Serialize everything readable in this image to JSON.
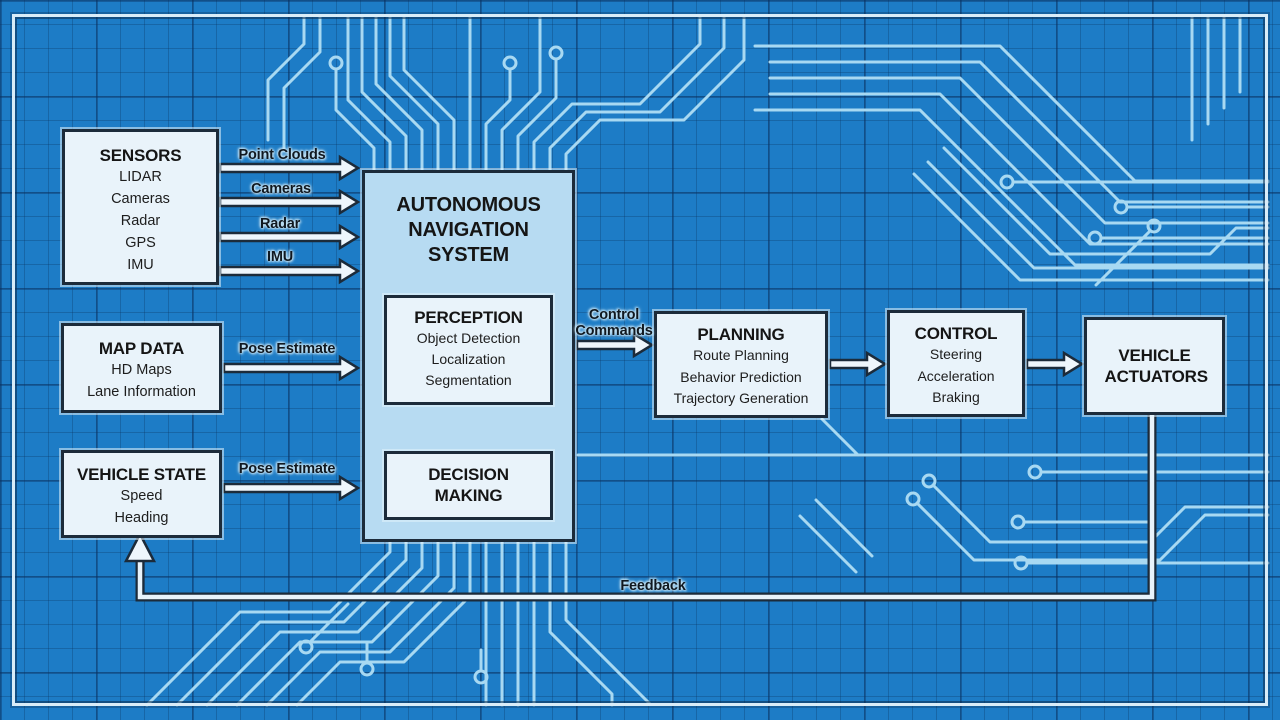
{
  "colors": {
    "background": "#1d7cc6",
    "trace": "#a8d9f2",
    "box_fill": "#e9f3fa",
    "ans_fill": "#b7dbf2",
    "border": "#1c2b3a"
  },
  "boxes": {
    "sensors": {
      "title": "SENSORS",
      "items": [
        "LIDAR",
        "Cameras",
        "Radar",
        "GPS",
        "IMU"
      ]
    },
    "map_data": {
      "title": "MAP DATA",
      "items": [
        "HD Maps",
        "Lane Information"
      ]
    },
    "vehicle_state": {
      "title": "VEHICLE STATE",
      "items": [
        "Speed",
        "Heading"
      ]
    },
    "ans": {
      "title": "AUTONOMOUS NAVIGATION SYSTEM"
    },
    "perception": {
      "title": "PERCEPTION",
      "items": [
        "Object Detection",
        "Localization",
        "Segmentation"
      ]
    },
    "decision": {
      "title": "DECISION MAKING"
    },
    "planning": {
      "title": "PLANNING",
      "items": [
        "Route Planning",
        "Behavior Prediction",
        "Trajectory Generation"
      ]
    },
    "control": {
      "title": "CONTROL",
      "items": [
        "Steering",
        "Acceleration",
        "Braking"
      ]
    },
    "actuators": {
      "title": "VEHICLE ACTUATORS"
    }
  },
  "arrow_labels": {
    "sensor_1": "Point Clouds",
    "sensor_2": "Cameras",
    "sensor_3": "Radar",
    "sensor_4": "IMU",
    "map_data": "Pose Estimate",
    "vehicle_state": "Pose Estimate",
    "control_commands": "Control Commands",
    "feedback": "Feedback"
  }
}
